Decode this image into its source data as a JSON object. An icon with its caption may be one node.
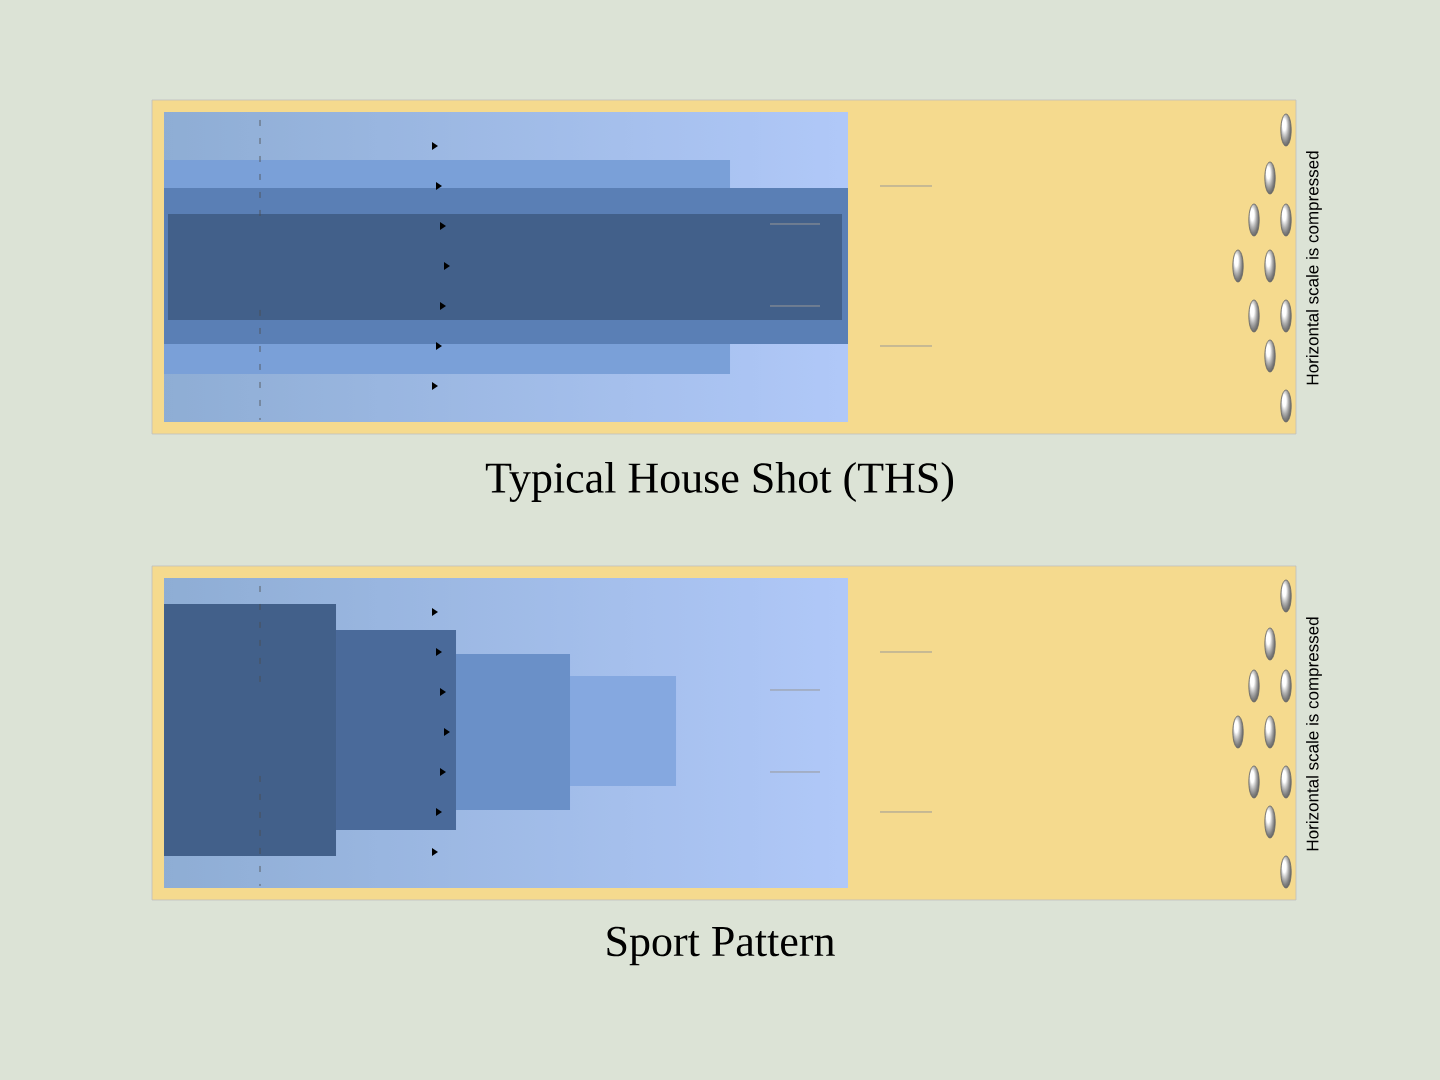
{
  "diagram": {
    "labels": [
      "Horizontal scale is compressed",
      "Typical House Shot (THS)",
      "Horizontal scale is compressed",
      "Sport Pattern"
    ]
  }
}
